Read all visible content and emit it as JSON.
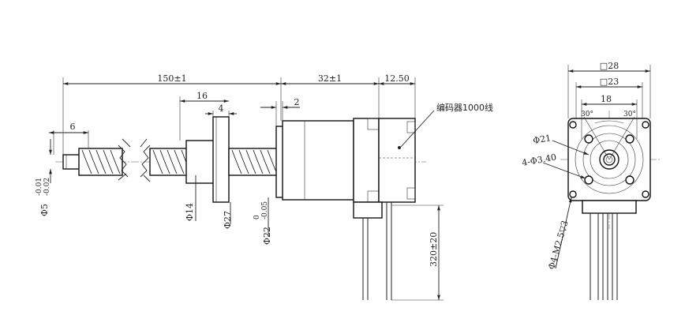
{
  "front_view": {
    "dims": {
      "total_length": "150±1",
      "motor_length": "32±1",
      "encoder_length": "12.50",
      "thread_length": "16",
      "flange_thickness": "4",
      "pilot_length": "2",
      "tip_length": "6",
      "shaft_diameter": "Φ5",
      "shaft_tol_upper": "-0.01",
      "shaft_tol_lower": "-0.02",
      "nut_diameter": "Φ14",
      "flange_diameter": "Φ27",
      "pilot_diameter": "Φ22",
      "pilot_tol_upper": "0",
      "pilot_tol_lower": "-0.05",
      "cable_length": "320±20"
    },
    "encoder_label": "编码器1000线"
  },
  "side_view": {
    "dims": {
      "outer_square": "□28",
      "inner_square": "□23",
      "hole_span": "18",
      "angle_left": "30°",
      "angle_right": "30°",
      "hole_circle": "Φ21",
      "hole_pattern": "4-Φ3.40",
      "mount_holes": "Φ4-M2.5▽3"
    }
  }
}
